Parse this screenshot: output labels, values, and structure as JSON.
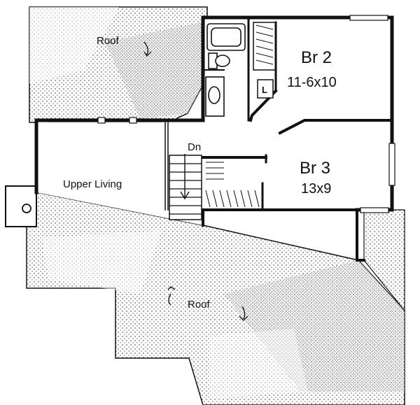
{
  "labels": {
    "roof_top": "Roof",
    "roof_bottom": "Roof",
    "upper_living": "Upper Living",
    "br2_name": "Br 2",
    "br2_dims": "11-6x10",
    "br3_name": "Br 3",
    "br3_dims": "13x9",
    "stair_dir": "Dn",
    "laundry": "L"
  },
  "colors": {
    "ink": "#111111",
    "background": "#ffffff"
  }
}
